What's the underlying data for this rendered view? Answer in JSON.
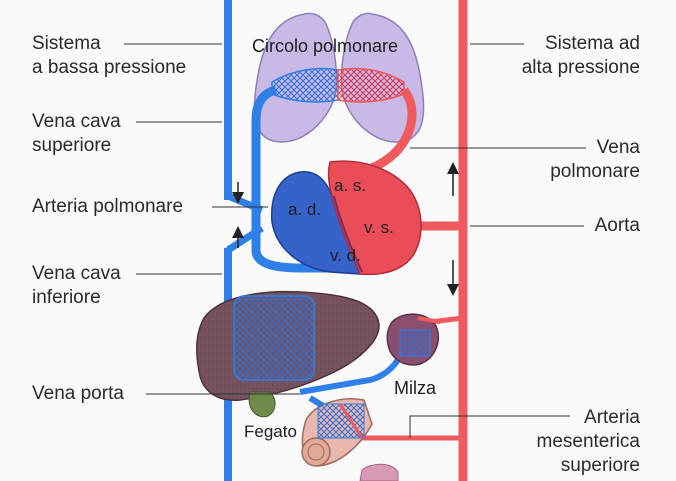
{
  "labels": {
    "sistema_bassa_line1": "Sistema",
    "sistema_bassa_line2": "a bassa pressione",
    "vena_cava_sup_line1": "Vena cava",
    "vena_cava_sup_line2": "superiore",
    "arteria_polmonare": "Arteria polmonare",
    "vena_cava_inf_line1": "Vena cava",
    "vena_cava_inf_line2": "inferiore",
    "vena_porta": "Vena porta",
    "sistema_alta_line1": "Sistema ad",
    "sistema_alta_line2": "alta pressione",
    "vena_polmonare_line1": "Vena",
    "vena_polmonare_line2": "polmonare",
    "aorta": "Aorta",
    "arteria_mes_line1": "Arteria",
    "arteria_mes_line2": "mesenterica",
    "arteria_mes_line3": "superiore"
  },
  "inner_labels": {
    "circolo_polmonare": "Circolo polmonare",
    "atrio_sinistro": "a. s.",
    "atrio_destro": "a. d.",
    "ventricolo_sinistro": "v. s.",
    "ventricolo_destro": "v. d.",
    "milza": "Milza",
    "fegato": "Fegato"
  },
  "colors": {
    "venous_blue": "#2f7fe8",
    "arterial_red": "#ef5a5e",
    "lung_lavender": "#c9b9e6",
    "liver_brown": "#76535e",
    "heart_red": "#ea4d58",
    "heart_blue": "#3563c9",
    "spleen_purple": "#8a4f6e",
    "intestine_pink": "#e9b7ac"
  }
}
